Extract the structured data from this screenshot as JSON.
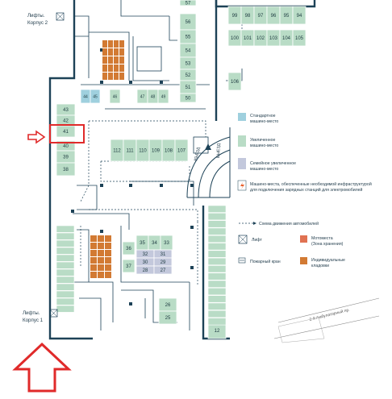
{
  "colors": {
    "wall": "#1d4257",
    "standard": "#9fd0de",
    "enlarged": "#b9dcc6",
    "family": "#c3c8dc",
    "moto": "#e07252",
    "storage": "#d27a33",
    "ev": "#e85f2a",
    "highlight": "#e02a2a"
  },
  "lifts": [
    {
      "line1": "Лифты.",
      "line2": "Корпус 2"
    },
    {
      "line1": "Лифты.",
      "line2": "Корпус 1"
    }
  ],
  "ramps": [
    "ВЪЕЗД",
    "ВЫЕЗД"
  ],
  "street": "2-й Амбулаторный пр.",
  "legend": {
    "standard": [
      "Стандартное",
      "машино-место"
    ],
    "enlarged": [
      "Увеличенное",
      "машино-место"
    ],
    "family": [
      "Семейное увеличенное",
      "машино-место"
    ],
    "ev": [
      "Машино-места, обеспеченные необходимой инфраструктурой",
      "для подключения зарядных станций для электромобилей"
    ],
    "traffic": "Схема движения автомобилей",
    "lift": "Лифт",
    "fire": "Пожарный кран",
    "moto": [
      "Мотоместа",
      "(Зона хранения)"
    ],
    "storage": [
      "Индивидуальные",
      "кладовки"
    ]
  },
  "spots": [
    {
      "n": "57",
      "t": "e"
    },
    {
      "n": "56",
      "t": "e"
    },
    {
      "n": "55",
      "t": "e"
    },
    {
      "n": "54",
      "t": "e"
    },
    {
      "n": "53",
      "t": "e"
    },
    {
      "n": "52",
      "t": "e"
    },
    {
      "n": "51",
      "t": "e"
    },
    {
      "n": "50",
      "t": "e"
    },
    {
      "n": "44",
      "t": "s"
    },
    {
      "n": "45",
      "t": "s"
    },
    {
      "n": "46",
      "t": "e"
    },
    {
      "n": "47",
      "t": "e"
    },
    {
      "n": "48",
      "t": "e"
    },
    {
      "n": "49",
      "t": "e"
    },
    {
      "n": "43",
      "t": "e"
    },
    {
      "n": "42",
      "t": "e"
    },
    {
      "n": "41",
      "t": "e"
    },
    {
      "n": "40",
      "t": "e"
    },
    {
      "n": "39",
      "t": "e"
    },
    {
      "n": "38",
      "t": "e"
    },
    {
      "n": "112",
      "t": "e"
    },
    {
      "n": "111",
      "t": "e"
    },
    {
      "n": "110",
      "t": "e"
    },
    {
      "n": "109",
      "t": "e"
    },
    {
      "n": "108",
      "t": "e"
    },
    {
      "n": "107",
      "t": "e"
    },
    {
      "n": "99",
      "t": "e"
    },
    {
      "n": "98",
      "t": "e"
    },
    {
      "n": "97",
      "t": "e"
    },
    {
      "n": "96",
      "t": "e"
    },
    {
      "n": "95",
      "t": "e"
    },
    {
      "n": "94",
      "t": "e"
    },
    {
      "n": "100",
      "t": "e"
    },
    {
      "n": "101",
      "t": "e"
    },
    {
      "n": "102",
      "t": "e"
    },
    {
      "n": "103",
      "t": "e"
    },
    {
      "n": "104",
      "t": "e"
    },
    {
      "n": "105",
      "t": "e"
    },
    {
      "n": "106",
      "t": "e"
    },
    {
      "n": "35",
      "t": "e"
    },
    {
      "n": "34",
      "t": "e"
    },
    {
      "n": "33",
      "t": "e"
    },
    {
      "n": "32",
      "t": "f"
    },
    {
      "n": "31",
      "t": "f"
    },
    {
      "n": "30",
      "t": "f"
    },
    {
      "n": "29",
      "t": "f"
    },
    {
      "n": "28",
      "t": "f"
    },
    {
      "n": "27",
      "t": "f"
    },
    {
      "n": "36",
      "t": "e"
    },
    {
      "n": "37",
      "t": "e"
    },
    {
      "n": "26",
      "t": "e"
    },
    {
      "n": "25",
      "t": "e"
    },
    {
      "n": "12",
      "t": "e"
    }
  ]
}
